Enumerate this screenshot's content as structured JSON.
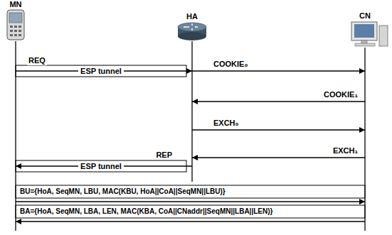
{
  "diagram": {
    "nodes": [
      {
        "text": [
          "MN"
        ]
      },
      {
        "text": [
          "HA"
        ]
      },
      {
        "text": [
          "CN"
        ]
      }
    ],
    "edges": [
      {
        "from": 0,
        "to": 1,
        "arrow": "to",
        "label": "REQ"
      },
      {
        "from": 1,
        "to": 2,
        "arrow": "to",
        "label": "COOKIE₀"
      },
      {
        "from": 2,
        "to": 1,
        "arrow": "to",
        "label": "COOKIE₁"
      },
      {
        "from": 1,
        "to": 2,
        "arrow": "to",
        "label": "EXCH₀"
      },
      {
        "from": 2,
        "to": 1,
        "arrow": "to",
        "label": "EXCH₁"
      },
      {
        "from": 1,
        "to": 0,
        "arrow": "to",
        "label": "REP"
      },
      {
        "from": 0,
        "to": 2,
        "arrow": "to",
        "label": "BU={HoA, SeqMN, LBU, MAC(KBU, HoA||CoA||SeqMN||LBU)}"
      },
      {
        "from": 2,
        "to": 0,
        "arrow": "to",
        "label": "BA={HoA, SeqMN, LBA, LEN, MAC(KBA, CoA||CNaddr||SeqMN||LBA||LEN)}"
      }
    ],
    "labels": [
      "ESP tunnel",
      "ESP tunnel"
    ]
  }
}
